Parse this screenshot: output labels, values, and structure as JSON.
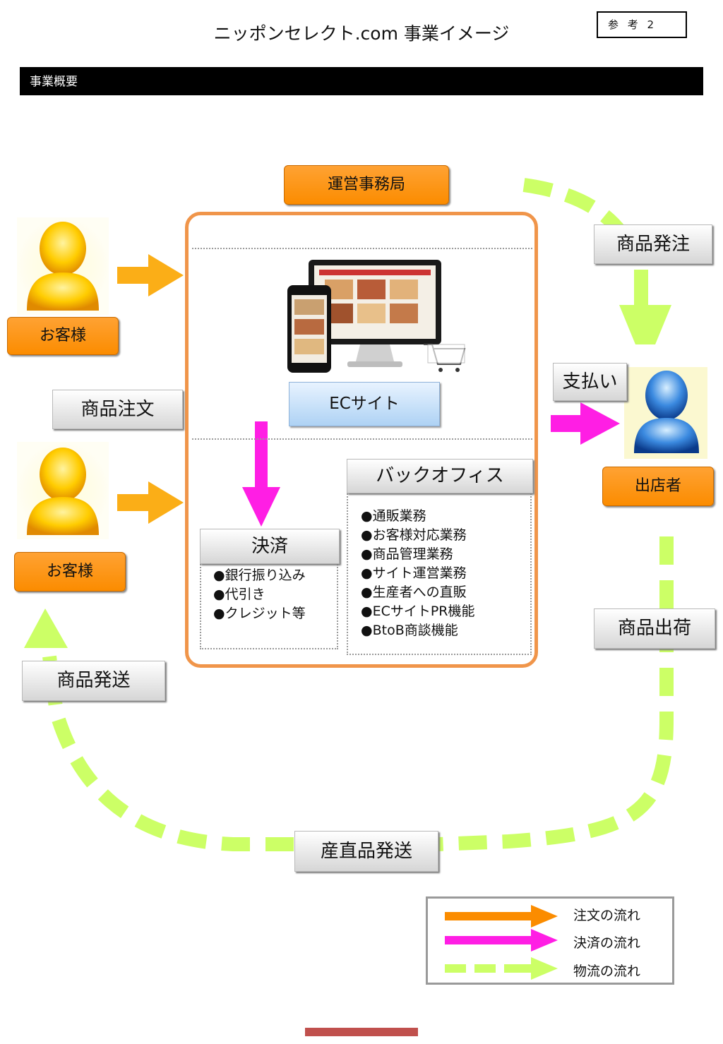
{
  "header": {
    "title": "ニッポンセレクト.com 事業イメージ",
    "reference": "参 考 2",
    "section": "事業概要"
  },
  "nodes": {
    "admin_office": "運営事務局",
    "customer_top": "お客様",
    "customer_bottom": "お客様",
    "vendor": "出店者",
    "ec_site": "ECサイト"
  },
  "labels": {
    "product_order": "商品注文",
    "product_ordering": "商品発注",
    "payment": "支払い",
    "product_shipping_vendor": "商品出荷",
    "product_delivery": "商品発送",
    "direct_delivery": "産直品発送"
  },
  "settlement": {
    "title": "決済",
    "items": [
      "●銀行振り込み",
      "●代引き",
      "●クレジット等"
    ]
  },
  "back_office": {
    "title": "バックオフィス",
    "items": [
      "●通販業務",
      "●お客様対応業務",
      "●商品管理業務",
      "●サイト運営業務",
      "●生産者への直販",
      "●ECサイトPR機能",
      "●BtoB商談機能"
    ]
  },
  "legend": {
    "order_flow": "注文の流れ",
    "payment_flow": "決済の流れ",
    "logistics_flow": "物流の流れ"
  },
  "colors": {
    "order": "#fbae17",
    "payment": "#ff1ee4",
    "logistics": "#ccff66",
    "box_border": "#f0954a",
    "button_orange": "#fb8c00"
  },
  "icons": {
    "customer": "person-icon-yellow",
    "vendor": "person-icon-blue",
    "ec_device": "computer-and-phone-icon",
    "cart": "shopping-cart-icon"
  }
}
